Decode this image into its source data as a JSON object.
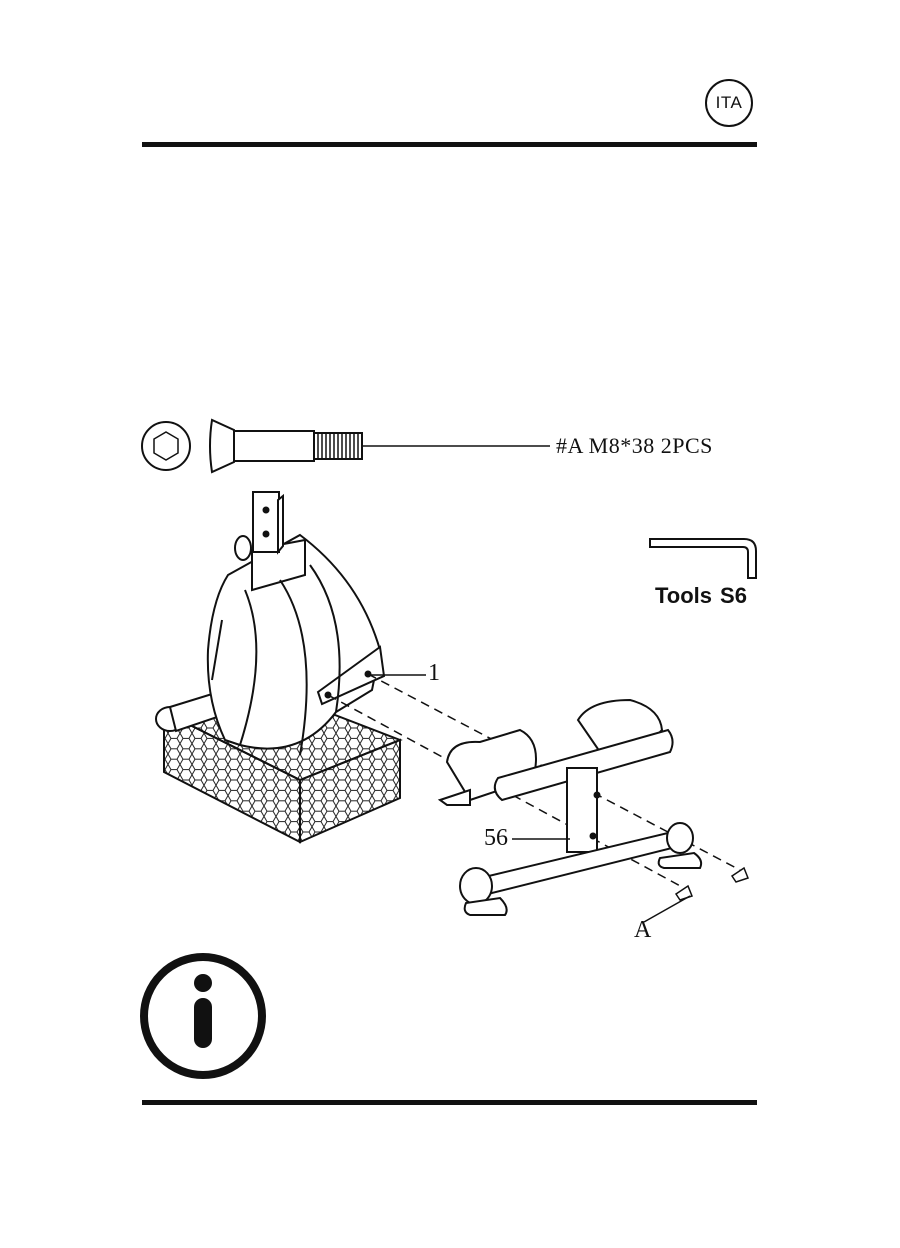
{
  "header": {
    "language_badge": "ITA"
  },
  "hardware": {
    "bolt_spec": "#A M8*38 2PCS"
  },
  "tools": {
    "label": "Tools",
    "size": "S6"
  },
  "callouts": {
    "part_1": "1",
    "part_56": "56",
    "bolt_a": "A"
  },
  "icons": {
    "info": "info-icon",
    "bolt_head": "hex-socket-icon",
    "bolt": "bolt-icon",
    "wrench": "allen-key-icon"
  }
}
